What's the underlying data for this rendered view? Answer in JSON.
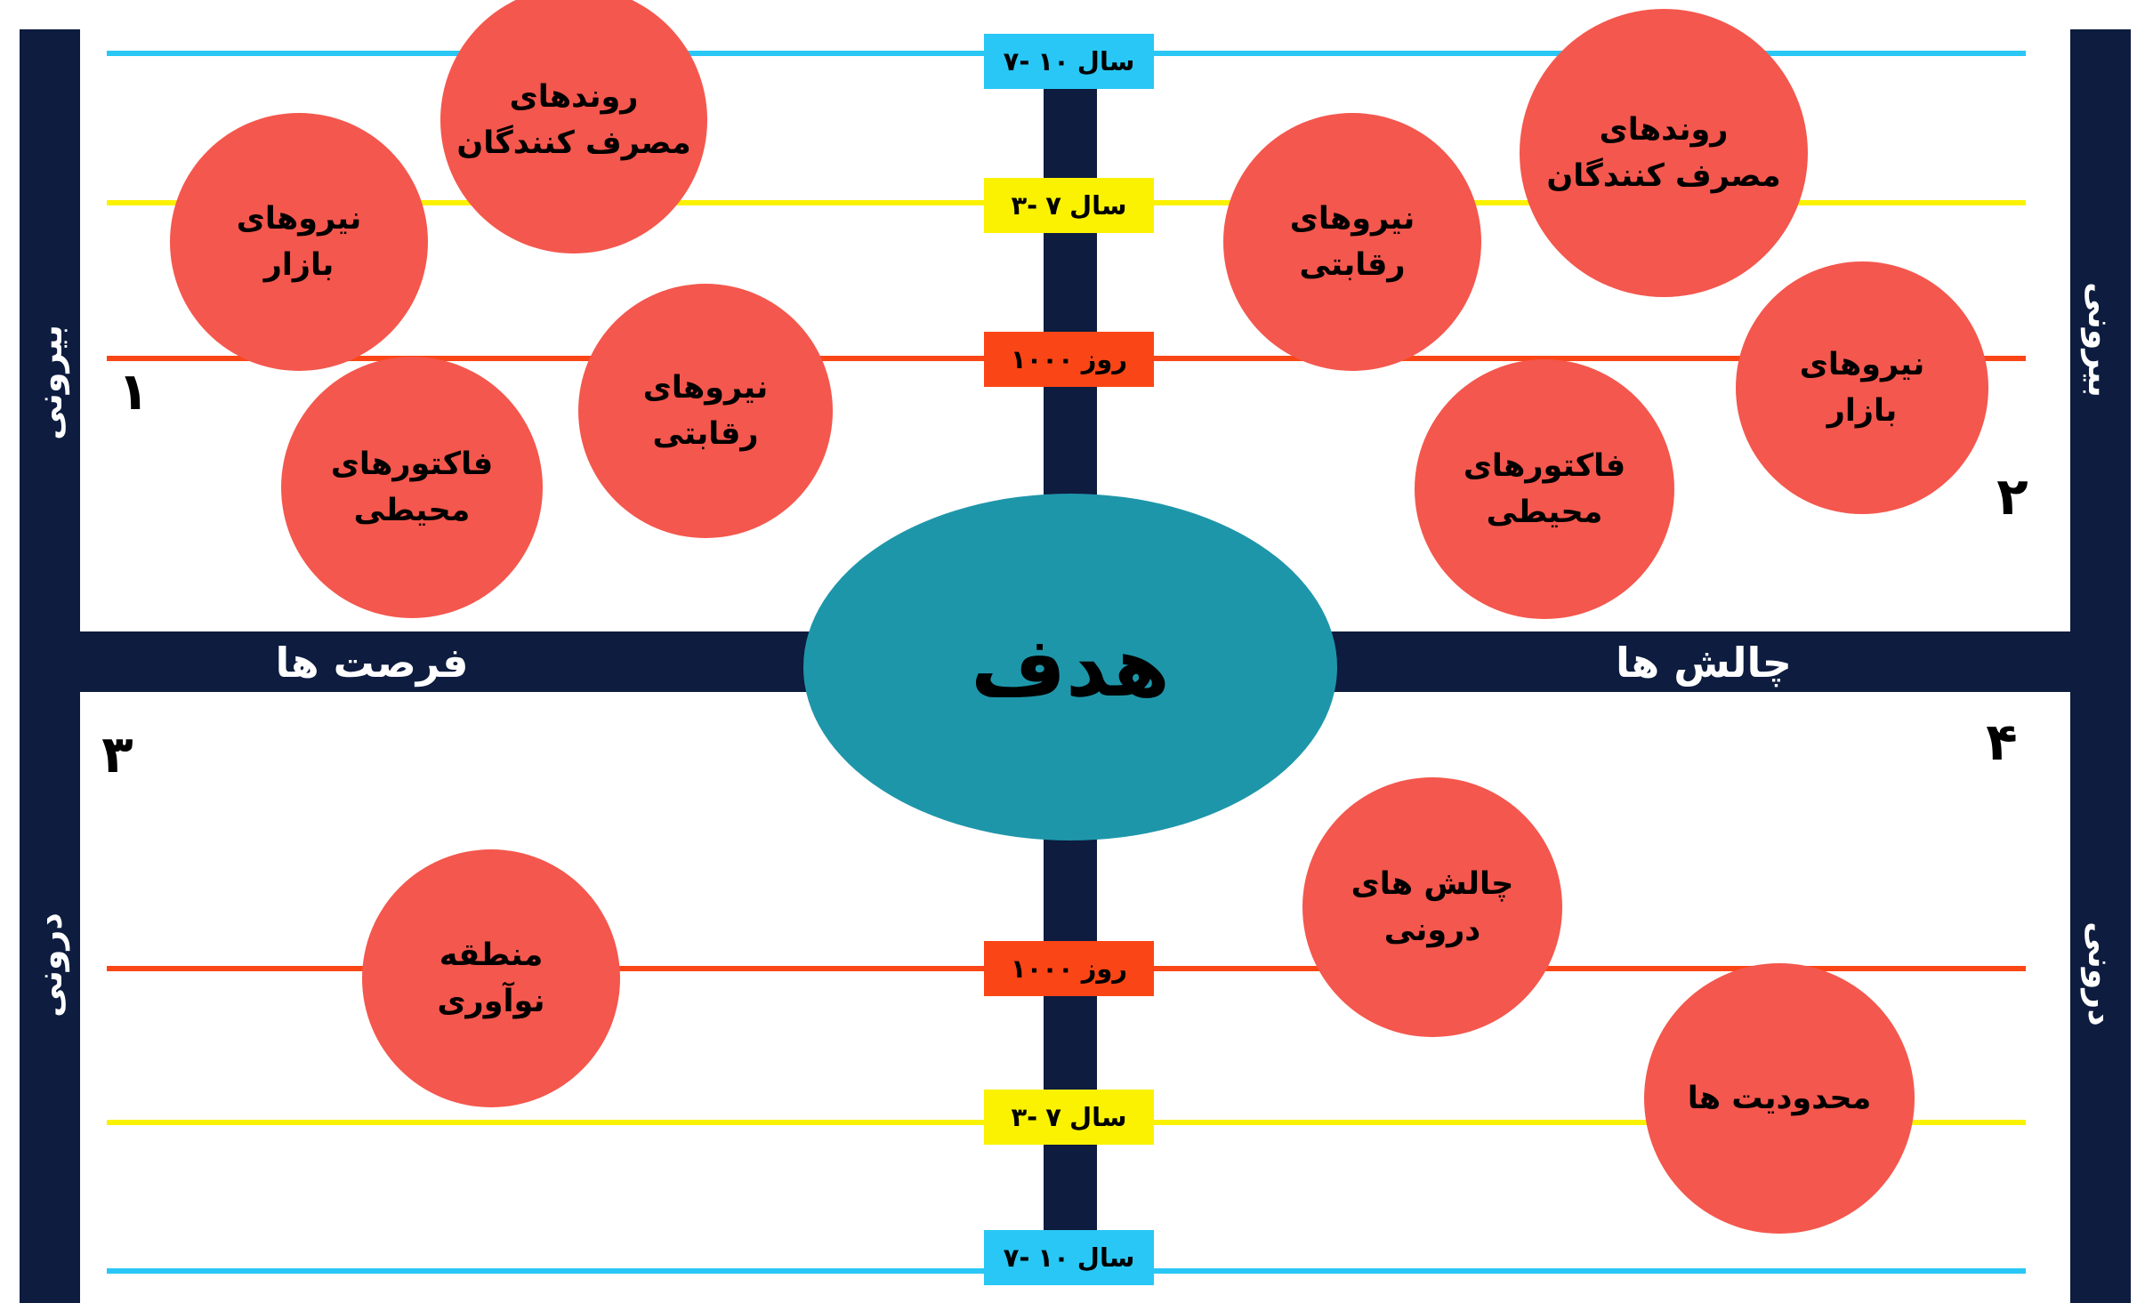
{
  "diagram_title": "هدف",
  "center": {
    "label": "هدف"
  },
  "bar": {
    "left_label": "فرصت ها",
    "right_label": "چالش ها"
  },
  "sidebars": {
    "top_left": "بیرونی",
    "top_right": "بیرونی",
    "bottom_left": "درونی",
    "bottom_right": "درونی"
  },
  "quadrant_numbers": {
    "q1": "۱",
    "q2": "۲",
    "q3": "۳",
    "q4": "۴"
  },
  "timeline": {
    "year_7_10": {
      "segments": [
        "۷-",
        "۱۰",
        "سال"
      ],
      "meaning": "7-10 سال"
    },
    "year_3_7": {
      "segments": [
        "۳-",
        "۷",
        "سال"
      ],
      "meaning": "3-7 سال"
    },
    "days_1000": {
      "segments": [
        "۱۰۰۰",
        "روز"
      ],
      "meaning": "1000 روز"
    }
  },
  "circles": [
    {
      "id": "q1-consumer-trends",
      "line1": "روندهای",
      "line2": "مصرف کنندگان"
    },
    {
      "id": "q1-market-forces",
      "line1": "نیروهای",
      "line2": "بازار"
    },
    {
      "id": "q1-competitive-forces",
      "line1": "نیروهای",
      "line2": "رقابتی"
    },
    {
      "id": "q1-environmental-factors",
      "line1": "فاکتورهای",
      "line2": "محیطی"
    },
    {
      "id": "q2-competitive-forces",
      "line1": "نیروهای",
      "line2": "رقابتی"
    },
    {
      "id": "q2-consumer-trends",
      "line1": "روندهای",
      "line2": "مصرف کنندگان"
    },
    {
      "id": "q2-environmental-factors",
      "line1": "فاکتورهای",
      "line2": "محیطی"
    },
    {
      "id": "q2-market-forces",
      "line1": "نیروهای",
      "line2": "بازار"
    },
    {
      "id": "q3-innovation-zone",
      "line1": "منطقه",
      "line2": "نوآوری"
    },
    {
      "id": "q4-internal-challenges",
      "line1": "چالش های",
      "line2": "درونی"
    },
    {
      "id": "q4-limitations",
      "line1": "محدودیت ها",
      "line2": ""
    }
  ],
  "colors": {
    "navy": "#0D1C3F",
    "circle_red": "#F4574D",
    "center_teal": "#1E96AA",
    "line_cyan": "#29C7F5",
    "line_yellow": "#FAF200",
    "line_orange": "#FA4616"
  }
}
